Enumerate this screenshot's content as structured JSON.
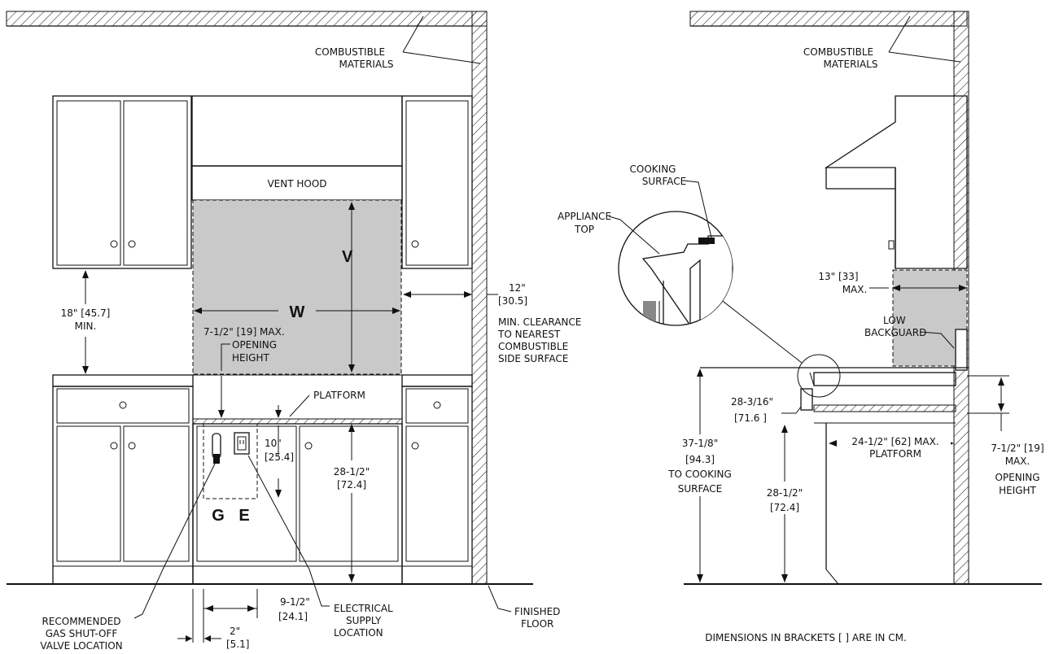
{
  "labels": {
    "combustible_left": [
      "COMBUSTIBLE",
      "MATERIALS"
    ],
    "combustible_right": [
      "COMBUSTIBLE",
      "MATERIALS"
    ],
    "vent_hood": "VENT HOOD",
    "v": "V",
    "w": "W",
    "clearance_18": [
      "18\" [45.7]",
      "MIN."
    ],
    "side_12": [
      "12\"",
      "[30.5]"
    ],
    "min_clearance": [
      "MIN. CLEARANCE",
      "TO NEAREST",
      "COMBUSTIBLE",
      "SIDE SURFACE"
    ],
    "opening_left": [
      "7-1/2\" [19] MAX.",
      "OPENING",
      "HEIGHT"
    ],
    "platform_left": "PLATFORM",
    "dim_10": [
      "10\"",
      "[25.4]"
    ],
    "dim_28_left": [
      "28-1/2\"",
      "[72.4]"
    ],
    "g": "G",
    "e": "E",
    "gas_valve": [
      "RECOMMENDED",
      "GAS SHUT-OFF",
      "VALVE LOCATION"
    ],
    "dim_9": [
      "9-1/2\"",
      "[24.1]"
    ],
    "electrical": [
      "ELECTRICAL",
      "SUPPLY",
      "LOCATION"
    ],
    "dim_2": [
      "2\"",
      "[5.1]"
    ],
    "finished_floor": [
      "FINISHED",
      "FLOOR"
    ],
    "cooking_surface": [
      "COOKING",
      "SURFACE"
    ],
    "appliance_top": [
      "APPLIANCE",
      "TOP"
    ],
    "dim_13": [
      "13\" [33]",
      "MAX."
    ],
    "low_backguard": [
      "LOW",
      "BACKGUARD"
    ],
    "dim_37": [
      "37-1/8\"",
      "[94.3]",
      "TO COOKING",
      "SURFACE"
    ],
    "dim_28_3_16": [
      "28-3/16\"",
      "[71.6 ]"
    ],
    "dim_24": [
      "24-1/2\" [62] MAX.",
      "PLATFORM"
    ],
    "dim_28_right": [
      "28-1/2\"",
      "[72.4]"
    ],
    "opening_right": [
      "7-1/2\" [19]",
      "MAX.",
      "OPENING",
      "HEIGHT"
    ],
    "footnote": "DIMENSIONS IN BRACKETS [ ] ARE IN CM."
  }
}
